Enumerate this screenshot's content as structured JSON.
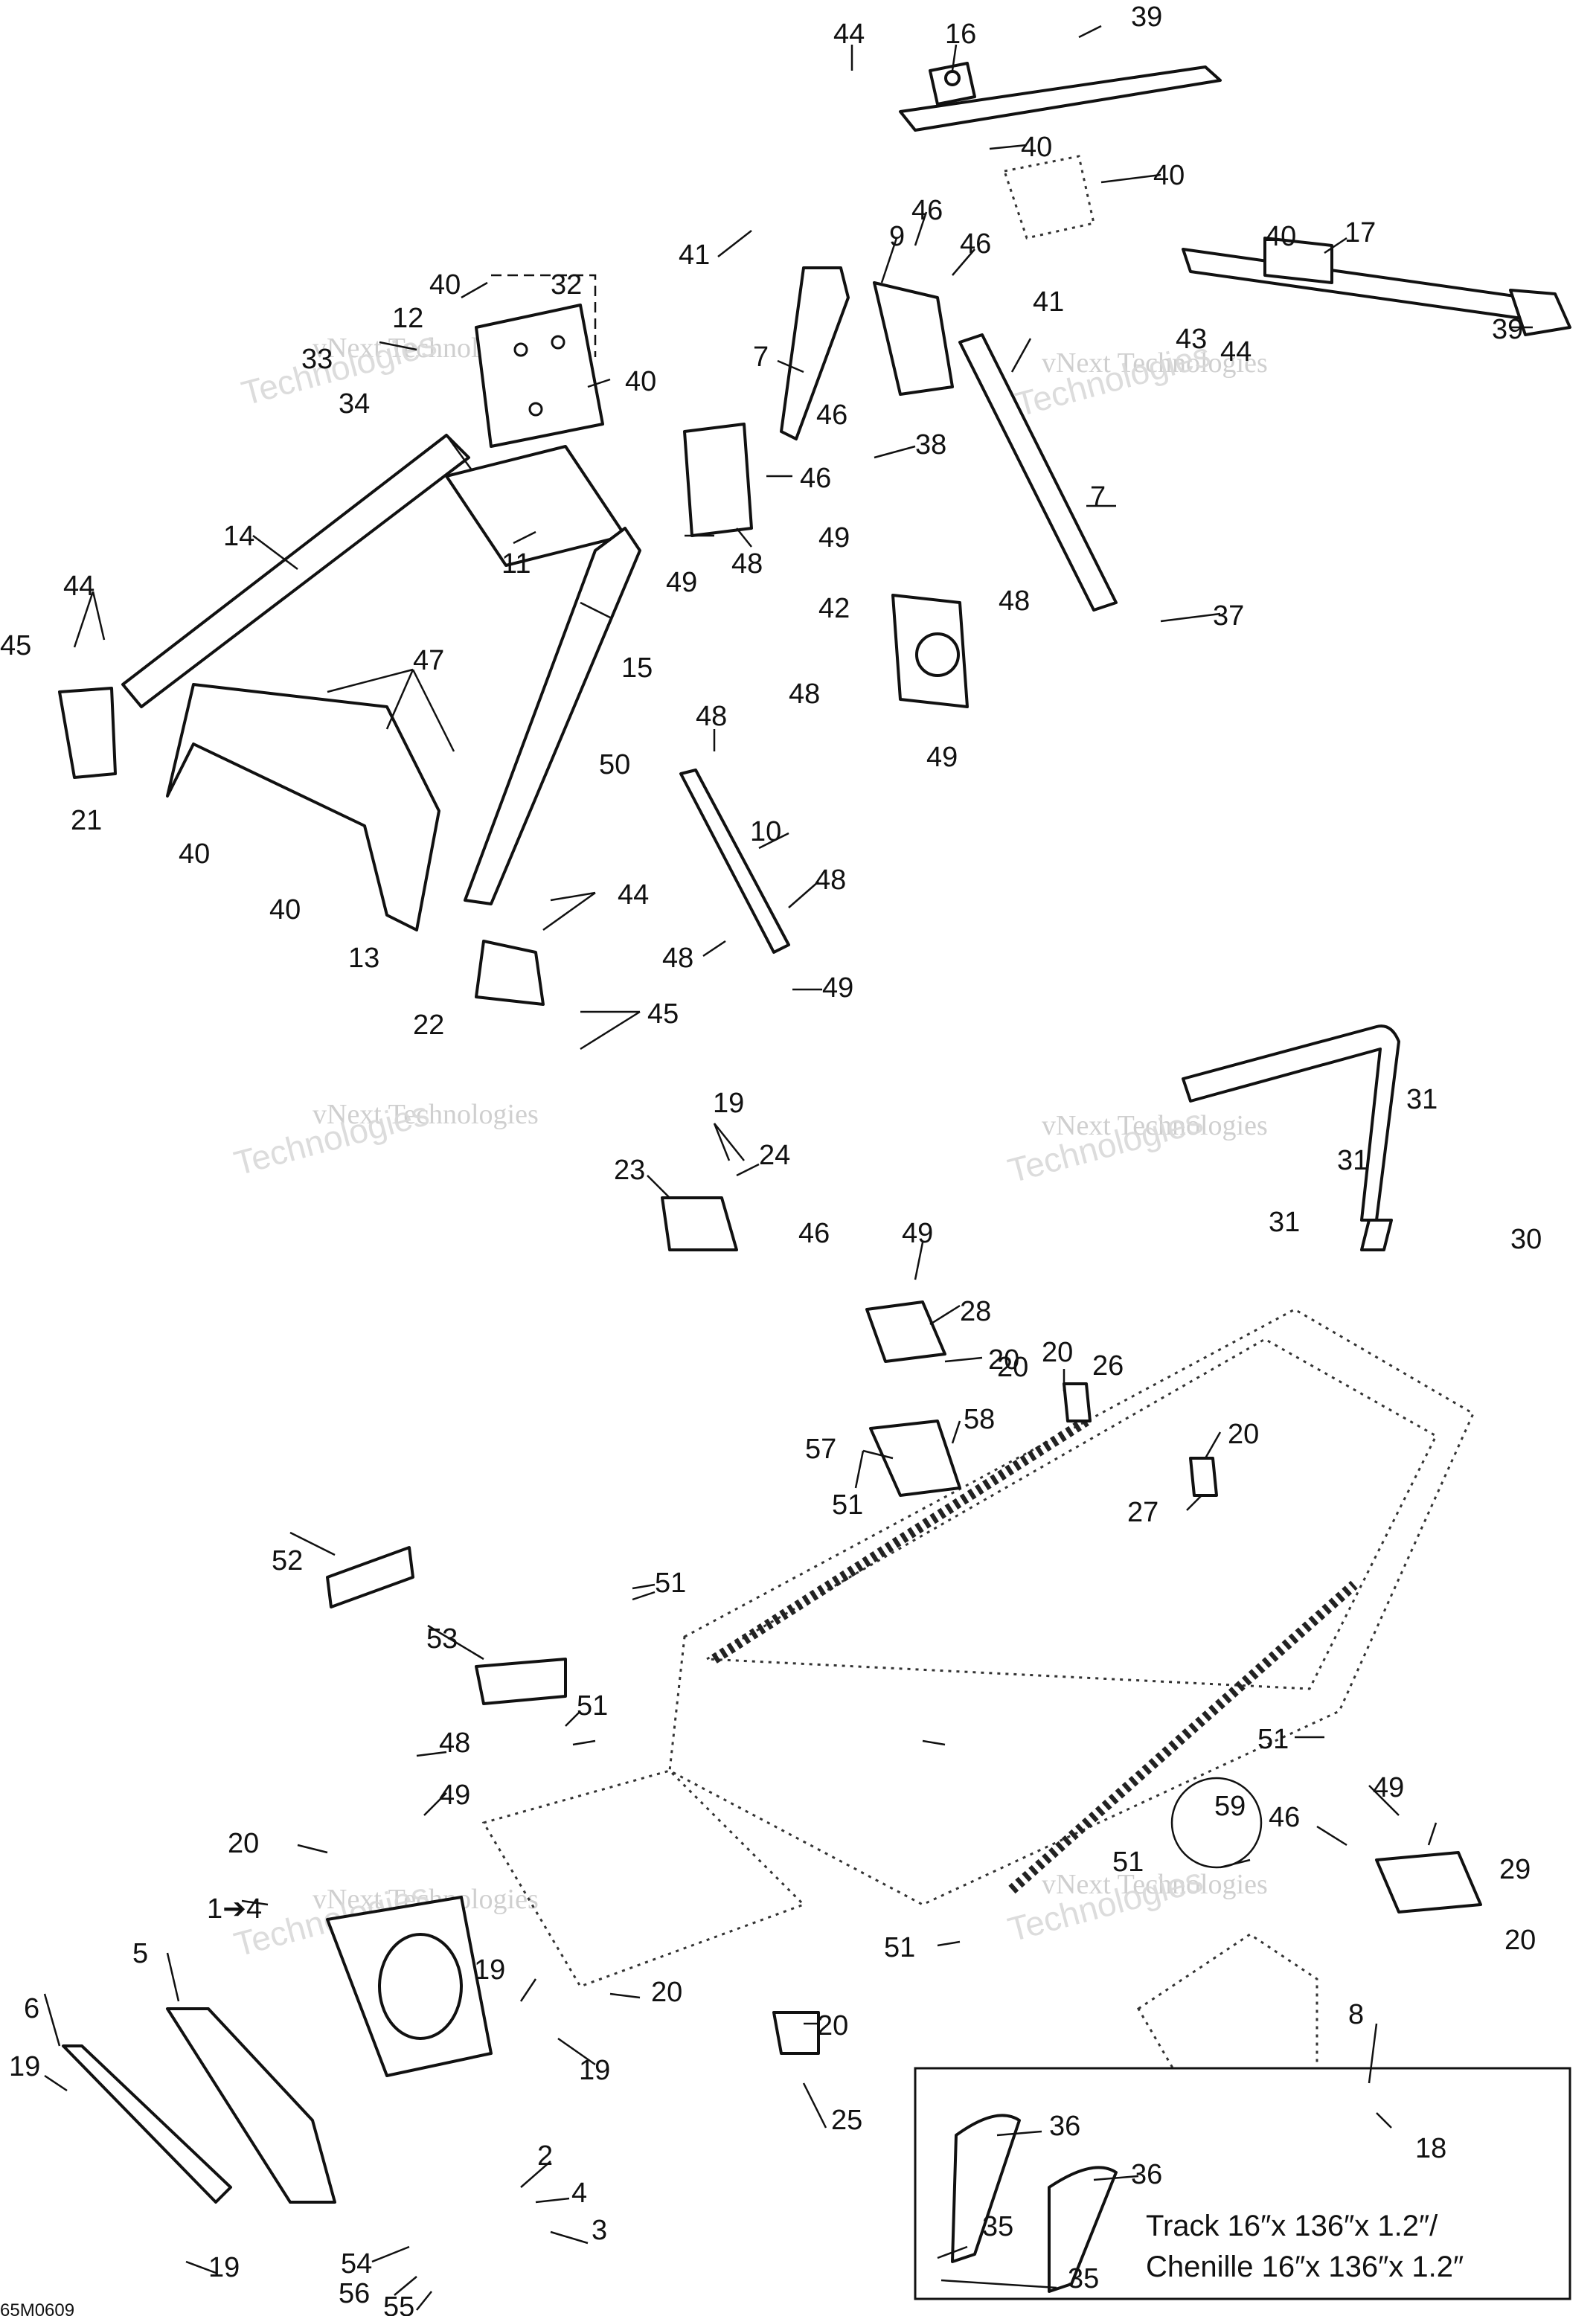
{
  "labels": [
    {
      "id": "1_4",
      "text": "1➔4"
    },
    {
      "id": "2",
      "text": "2"
    },
    {
      "id": "3",
      "text": "3"
    },
    {
      "id": "4",
      "text": "4"
    },
    {
      "id": "5",
      "text": "5"
    },
    {
      "id": "6",
      "text": "6"
    },
    {
      "id": "7a",
      "text": "7"
    },
    {
      "id": "7b",
      "text": "7"
    },
    {
      "id": "8",
      "text": "8"
    },
    {
      "id": "9",
      "text": "9"
    },
    {
      "id": "10",
      "text": "10"
    },
    {
      "id": "11",
      "text": "11"
    },
    {
      "id": "12",
      "text": "12"
    },
    {
      "id": "13",
      "text": "13"
    },
    {
      "id": "14",
      "text": "14"
    },
    {
      "id": "15",
      "text": "15"
    },
    {
      "id": "16",
      "text": "16"
    },
    {
      "id": "17",
      "text": "17"
    },
    {
      "id": "18",
      "text": "18"
    },
    {
      "id": "19a",
      "text": "19"
    },
    {
      "id": "19b",
      "text": "19"
    },
    {
      "id": "19c",
      "text": "19"
    },
    {
      "id": "19d",
      "text": "19"
    },
    {
      "id": "19e",
      "text": "19"
    },
    {
      "id": "20a",
      "text": "20"
    },
    {
      "id": "20b",
      "text": "20"
    },
    {
      "id": "20c",
      "text": "20"
    },
    {
      "id": "20d",
      "text": "20"
    },
    {
      "id": "20e",
      "text": "20"
    },
    {
      "id": "20f",
      "text": "20"
    },
    {
      "id": "20g",
      "text": "20"
    },
    {
      "id": "20h",
      "text": "20"
    },
    {
      "id": "21",
      "text": "21"
    },
    {
      "id": "22",
      "text": "22"
    },
    {
      "id": "23",
      "text": "23"
    },
    {
      "id": "24",
      "text": "24"
    },
    {
      "id": "25",
      "text": "25"
    },
    {
      "id": "26",
      "text": "26"
    },
    {
      "id": "27",
      "text": "27"
    },
    {
      "id": "28",
      "text": "28"
    },
    {
      "id": "29",
      "text": "29"
    },
    {
      "id": "30",
      "text": "30"
    },
    {
      "id": "31a",
      "text": "31"
    },
    {
      "id": "31b",
      "text": "31"
    },
    {
      "id": "31c",
      "text": "31"
    },
    {
      "id": "32",
      "text": "32"
    },
    {
      "id": "33",
      "text": "33"
    },
    {
      "id": "34",
      "text": "34"
    },
    {
      "id": "35a",
      "text": "35"
    },
    {
      "id": "35b",
      "text": "35"
    },
    {
      "id": "36a",
      "text": "36"
    },
    {
      "id": "36b",
      "text": "36"
    },
    {
      "id": "37",
      "text": "37"
    },
    {
      "id": "38",
      "text": "38"
    },
    {
      "id": "39a",
      "text": "39"
    },
    {
      "id": "39b",
      "text": "39"
    },
    {
      "id": "40a",
      "text": "40"
    },
    {
      "id": "40b",
      "text": "40"
    },
    {
      "id": "40c",
      "text": "40"
    },
    {
      "id": "40d",
      "text": "40"
    },
    {
      "id": "40e",
      "text": "40"
    },
    {
      "id": "40f",
      "text": "40"
    },
    {
      "id": "40g",
      "text": "40"
    },
    {
      "id": "41a",
      "text": "41"
    },
    {
      "id": "41b",
      "text": "41"
    },
    {
      "id": "42",
      "text": "42"
    },
    {
      "id": "43",
      "text": "43"
    },
    {
      "id": "44a",
      "text": "44"
    },
    {
      "id": "44b",
      "text": "44"
    },
    {
      "id": "44c",
      "text": "44"
    },
    {
      "id": "44d",
      "text": "44"
    },
    {
      "id": "45a",
      "text": "45"
    },
    {
      "id": "45b",
      "text": "45"
    },
    {
      "id": "46a",
      "text": "46"
    },
    {
      "id": "46b",
      "text": "46"
    },
    {
      "id": "46c",
      "text": "46"
    },
    {
      "id": "46d",
      "text": "46"
    },
    {
      "id": "46e",
      "text": "46"
    },
    {
      "id": "46f",
      "text": "46"
    },
    {
      "id": "47",
      "text": "47"
    },
    {
      "id": "48a",
      "text": "48"
    },
    {
      "id": "48b",
      "text": "48"
    },
    {
      "id": "48c",
      "text": "48"
    },
    {
      "id": "48d",
      "text": "48"
    },
    {
      "id": "48e",
      "text": "48"
    },
    {
      "id": "48f",
      "text": "48"
    },
    {
      "id": "48g",
      "text": "48"
    },
    {
      "id": "49a",
      "text": "49"
    },
    {
      "id": "49b",
      "text": "49"
    },
    {
      "id": "49c",
      "text": "49"
    },
    {
      "id": "49d",
      "text": "49"
    },
    {
      "id": "49e",
      "text": "49"
    },
    {
      "id": "49f",
      "text": "49"
    },
    {
      "id": "49g",
      "text": "49"
    },
    {
      "id": "50",
      "text": "50"
    },
    {
      "id": "51a",
      "text": "51"
    },
    {
      "id": "51b",
      "text": "51"
    },
    {
      "id": "51c",
      "text": "51"
    },
    {
      "id": "51d",
      "text": "51"
    },
    {
      "id": "51e",
      "text": "51"
    },
    {
      "id": "51f",
      "text": "51"
    },
    {
      "id": "52",
      "text": "52"
    },
    {
      "id": "53",
      "text": "53"
    },
    {
      "id": "54",
      "text": "54"
    },
    {
      "id": "55",
      "text": "55"
    },
    {
      "id": "56",
      "text": "56"
    },
    {
      "id": "57",
      "text": "57"
    },
    {
      "id": "58",
      "text": "58"
    },
    {
      "id": "59",
      "text": "59"
    }
  ],
  "legend": {
    "line1": "Track 16″x 136″x 1.2″/",
    "line2": "Chenille 16″x 136″x 1.2″"
  },
  "drawing_code": "65M0609",
  "watermarks": [
    {
      "id": "w1a",
      "text": "vNext Technologies"
    },
    {
      "id": "w1b",
      "text": "Technologies"
    },
    {
      "id": "w2a",
      "text": "vNext Technologies"
    },
    {
      "id": "w2b",
      "text": "Technologies"
    },
    {
      "id": "w3a",
      "text": "vNext Technologies"
    },
    {
      "id": "w3b",
      "text": "Technologies"
    },
    {
      "id": "w4a",
      "text": "vNext Technologies"
    },
    {
      "id": "w4b",
      "text": "Technologies"
    },
    {
      "id": "w5a",
      "text": "vNext Technologies"
    },
    {
      "id": "w5b",
      "text": "Technologies"
    },
    {
      "id": "w6a",
      "text": "vNext Technologies"
    },
    {
      "id": "w6b",
      "text": "Technologies"
    }
  ]
}
